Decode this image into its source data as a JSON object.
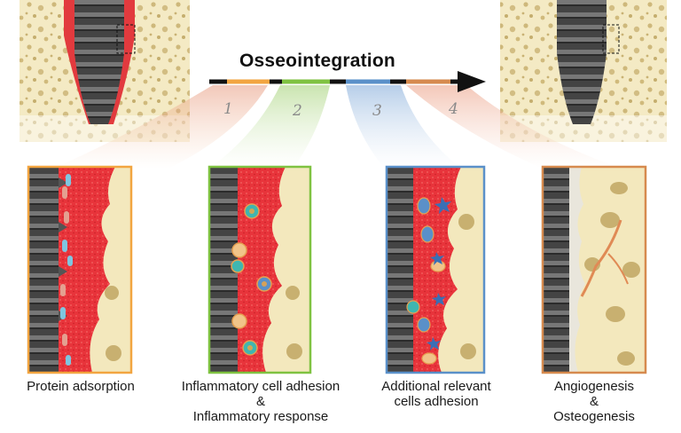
{
  "title": "Osseointegration",
  "stages": [
    {
      "number": "1",
      "color": "#f2a540",
      "caption_lines": [
        "Protein adsorption"
      ]
    },
    {
      "number": "2",
      "color": "#7fc241",
      "caption_lines": [
        "Inflammatory cell adhesion",
        "&",
        "Inflammatory response"
      ]
    },
    {
      "number": "3",
      "color": "#5a90c9",
      "caption_lines": [
        "Additional relevant",
        "cells adhesion"
      ]
    },
    {
      "number": "4",
      "color": "#d68a4e",
      "caption_lines": [
        "Angiogenesis",
        "&",
        "Osteogenesis"
      ]
    }
  ],
  "colors": {
    "bone": "#f2e6b6",
    "bone_pore": "#c8b070",
    "blood": "#e8333a",
    "implant": "#4a4a4a",
    "arrow": "#111111"
  }
}
